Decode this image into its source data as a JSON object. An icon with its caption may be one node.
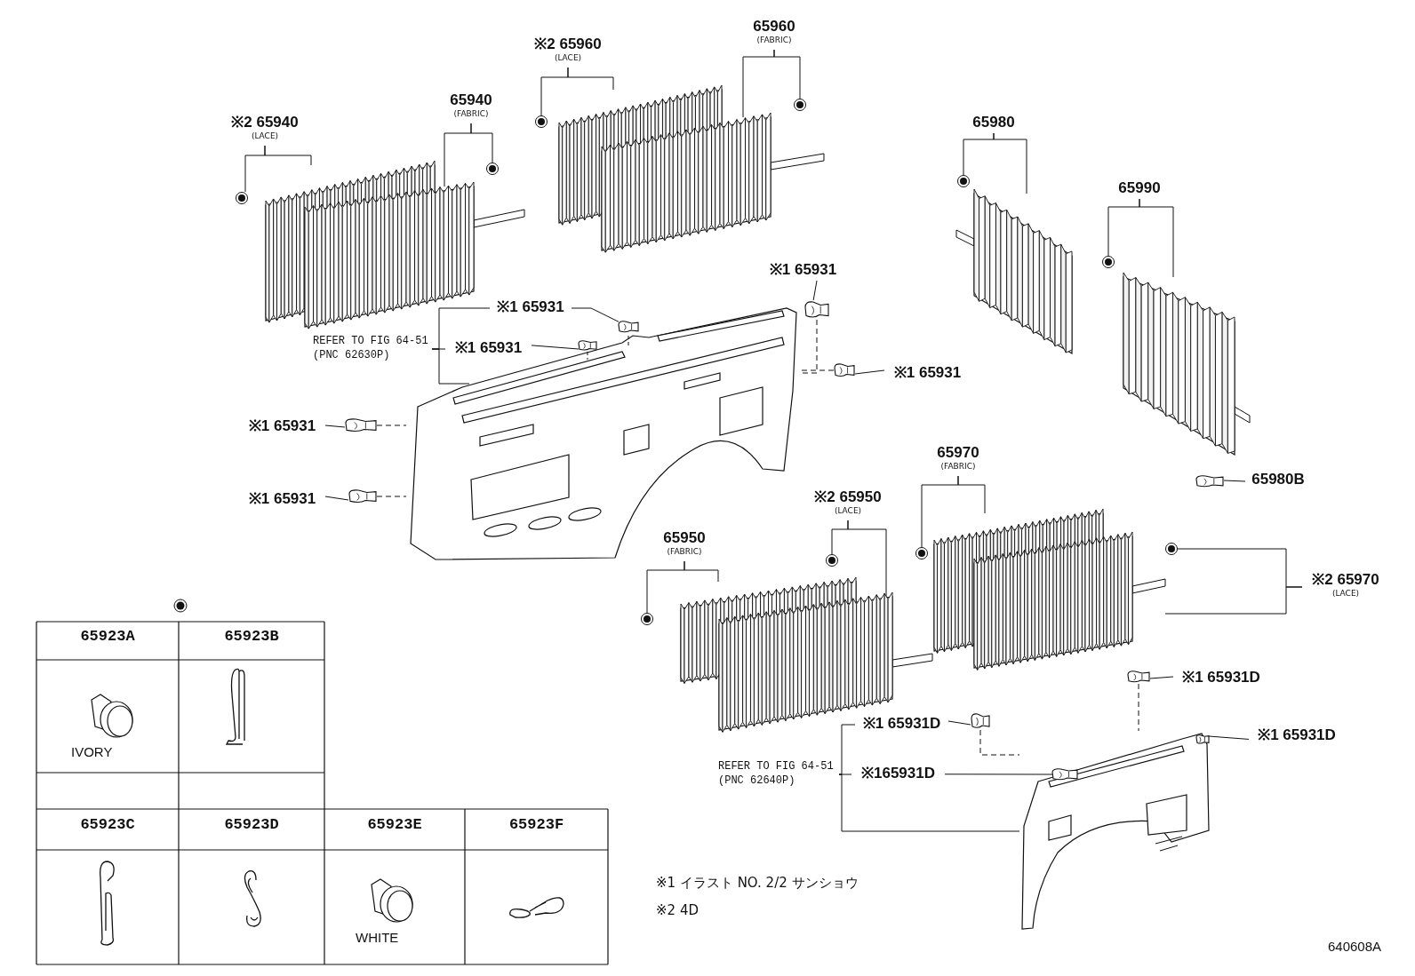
{
  "diagram": {
    "nodes": [
      {
        "text": [
          "※2 65940",
          "(LACE)"
        ]
      },
      {
        "text": [],
        "shape": "circle"
      },
      {
        "text": [],
        "shape": "curtain"
      },
      {
        "text": [
          "65940",
          "(FABRIC)"
        ]
      },
      {
        "text": [],
        "shape": "circle"
      },
      {
        "text": [],
        "shape": "curtain"
      },
      {
        "text": [
          "※2 65960",
          "(LACE)"
        ]
      },
      {
        "text": [],
        "shape": "circle"
      },
      {
        "text": [],
        "shape": "curtain"
      },
      {
        "text": [
          "65960",
          "(FABRIC)"
        ]
      },
      {
        "text": [],
        "shape": "circle"
      },
      {
        "text": [],
        "shape": "curtain"
      },
      {
        "text": [
          "65980"
        ]
      },
      {
        "text": [],
        "shape": "circle"
      },
      {
        "text": [],
        "shape": "curtain"
      },
      {
        "text": [
          "65990"
        ]
      },
      {
        "text": [],
        "shape": "circle"
      },
      {
        "text": [],
        "shape": "curtain"
      },
      {
        "text": [],
        "shape": "picture"
      },
      {
        "text": [
          "REFER TO FIG 64-51 (PNC 62630P)"
        ]
      },
      {
        "text": [
          "※1 65931"
        ]
      },
      {
        "text": [],
        "shape": "picture",
        "in": 18
      },
      {
        "text": [
          "※1 65931"
        ]
      },
      {
        "text": [],
        "shape": "picture",
        "in": 18
      },
      {
        "text": [
          "※1 65931"
        ]
      },
      {
        "text": [],
        "shape": "picture"
      },
      {
        "text": [
          "※1 65931"
        ]
      },
      {
        "text": [],
        "shape": "picture"
      },
      {
        "text": [
          "※1 65931"
        ]
      },
      {
        "text": [],
        "shape": "picture"
      },
      {
        "text": [
          "※1 65931"
        ]
      },
      {
        "text": [],
        "shape": "picture"
      },
      {
        "text": [],
        "shape": "picture"
      },
      {
        "text": [
          "65980B"
        ]
      },
      {
        "text": [
          "65970",
          "(FABRIC)"
        ]
      },
      {
        "text": [],
        "shape": "circle"
      },
      {
        "text": [],
        "shape": "curtain"
      },
      {
        "text": [],
        "shape": "curtain"
      },
      {
        "text": [
          "※2 65970",
          "(LACE)"
        ]
      },
      {
        "text": [],
        "shape": "circle"
      },
      {
        "text": [
          "※2 65950",
          "(LACE)"
        ]
      },
      {
        "text": [],
        "shape": "circle"
      },
      {
        "text": [],
        "shape": "curtain"
      },
      {
        "text": [
          "65950",
          "(FABRIC)"
        ]
      },
      {
        "text": [],
        "shape": "circle"
      },
      {
        "text": [],
        "shape": "curtain"
      },
      {
        "text": [],
        "shape": "picture"
      },
      {
        "text": [
          "REFER TO FIG 64-51 (PNC 62640P)"
        ]
      },
      {
        "text": [
          "※1 65931D"
        ]
      },
      {
        "text": [],
        "shape": "picture"
      },
      {
        "text": [
          "※165931D"
        ]
      },
      {
        "text": [],
        "shape": "picture",
        "in": 46
      },
      {
        "text": [
          "※1 65931D"
        ]
      },
      {
        "text": [],
        "shape": "picture"
      },
      {
        "text": [
          "※1 65931D"
        ]
      },
      {
        "text": [],
        "shape": "picture",
        "in": 46
      }
    ],
    "edges": [
      {
        "from": 0,
        "to": 1,
        "arrow": "none"
      },
      {
        "from": 0,
        "to": 2,
        "arrow": "none"
      },
      {
        "from": 3,
        "to": 4,
        "arrow": "none"
      },
      {
        "from": 3,
        "to": 5,
        "arrow": "none"
      },
      {
        "from": 6,
        "to": 7,
        "arrow": "none"
      },
      {
        "from": 6,
        "to": 8,
        "arrow": "none"
      },
      {
        "from": 9,
        "to": 10,
        "arrow": "none"
      },
      {
        "from": 9,
        "to": 11,
        "arrow": "none"
      },
      {
        "from": 12,
        "to": 13,
        "arrow": "none"
      },
      {
        "from": 12,
        "to": 14,
        "arrow": "none"
      },
      {
        "from": 15,
        "to": 16,
        "arrow": "none"
      },
      {
        "from": 15,
        "to": 17,
        "arrow": "none"
      },
      {
        "from": 19,
        "to": 20,
        "arrow": "none"
      },
      {
        "from": 19,
        "to": 22,
        "arrow": "none"
      },
      {
        "from": 19,
        "to": 18,
        "arrow": "none"
      },
      {
        "from": 20,
        "to": 21,
        "arrow": "none"
      },
      {
        "from": 22,
        "to": 23,
        "arrow": "none"
      },
      {
        "from": 24,
        "to": 25,
        "arrow": "none"
      },
      {
        "from": 26,
        "to": 27,
        "arrow": "none"
      },
      {
        "from": 28,
        "to": 29,
        "arrow": "none"
      },
      {
        "from": 30,
        "to": 31,
        "arrow": "none"
      },
      {
        "from": 25,
        "to": 18,
        "arrow": "none",
        "style": "dashed"
      },
      {
        "from": 27,
        "to": 18,
        "arrow": "none",
        "style": "dashed"
      },
      {
        "from": 29,
        "to": 18,
        "arrow": "none",
        "style": "dashed"
      },
      {
        "from": 31,
        "to": 18,
        "arrow": "none",
        "style": "dashed"
      },
      {
        "from": 33,
        "to": 32,
        "arrow": "none"
      },
      {
        "from": 34,
        "to": 35,
        "arrow": "none"
      },
      {
        "from": 34,
        "to": 36,
        "arrow": "none"
      },
      {
        "from": 38,
        "to": 39,
        "arrow": "none"
      },
      {
        "from": 38,
        "to": 37,
        "arrow": "none"
      },
      {
        "from": 40,
        "to": 41,
        "arrow": "none"
      },
      {
        "from": 40,
        "to": 45,
        "arrow": "none"
      },
      {
        "from": 43,
        "to": 44,
        "arrow": "none"
      },
      {
        "from": 43,
        "to": 42,
        "arrow": "none"
      },
      {
        "from": 47,
        "to": 48,
        "arrow": "none"
      },
      {
        "from": 47,
        "to": 50,
        "arrow": "none"
      },
      {
        "from": 47,
        "to": 46,
        "arrow": "none"
      },
      {
        "from": 48,
        "to": 49,
        "arrow": "none"
      },
      {
        "from": 50,
        "to": 51,
        "arrow": "none"
      },
      {
        "from": 52,
        "to": 53,
        "arrow": "none"
      },
      {
        "from": 54,
        "to": 55,
        "arrow": "none"
      },
      {
        "from": 49,
        "to": 46,
        "arrow": "none",
        "style": "dashed"
      },
      {
        "from": 53,
        "to": 46,
        "arrow": "none",
        "style": "dashed"
      }
    ],
    "labels": [
      "65923A",
      "65923B",
      "IVORY",
      "65923C",
      "65923D",
      "65923E",
      "65923F",
      "WHITE",
      "※1 イラスト NO. 2/2 サンショウ",
      "※2 4D",
      "640608A"
    ]
  }
}
